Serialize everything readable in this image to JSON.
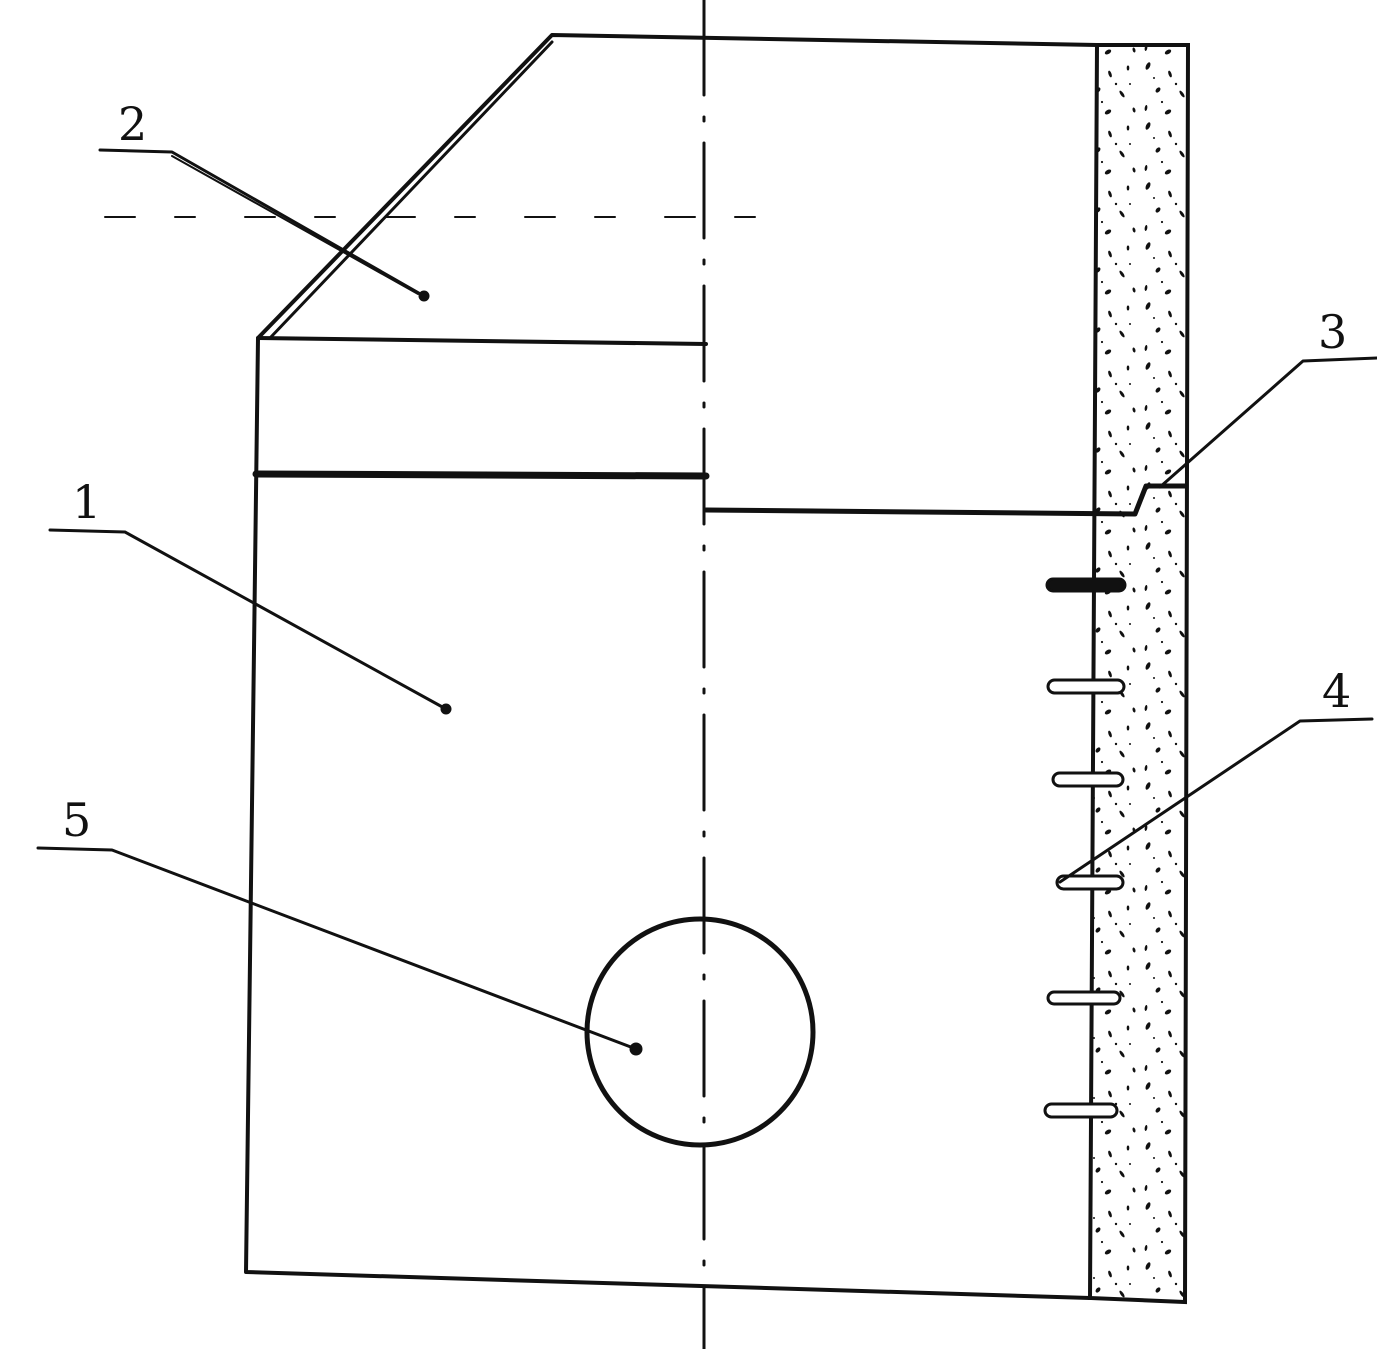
{
  "colors": {
    "ink": "#111111",
    "paper": "#ffffff",
    "layer_fill": "#ffffff"
  },
  "labels": [
    {
      "id": "1",
      "text": "1"
    },
    {
      "id": "2",
      "text": "2"
    },
    {
      "id": "3",
      "text": "3"
    },
    {
      "id": "4",
      "text": "4"
    },
    {
      "id": "5",
      "text": "5"
    }
  ]
}
